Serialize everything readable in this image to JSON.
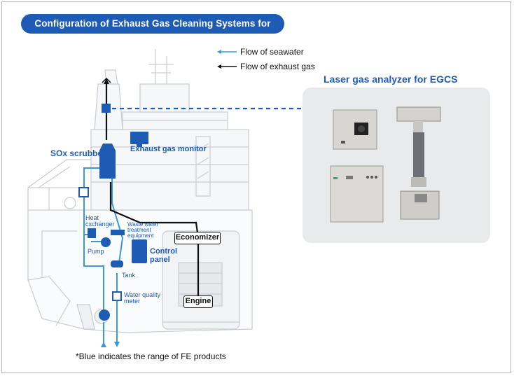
{
  "title": "Configuration of Exhaust Gas Cleaning Systems for ships",
  "legend": {
    "seawater": "Flow of seawater",
    "exhaust": "Flow of exhaust gas"
  },
  "colors": {
    "fe_blue": "#1e5bb4",
    "seawater_line": "#3a9ad9",
    "exhaust_line": "#111111",
    "ship_outline": "#c9cdd2"
  },
  "labels": {
    "sox_scrubber": "SOx scrubber",
    "exhaust_gas_monitor": "Exhaust gas monitor",
    "heat_exchanger": "Heat\ncxchanger",
    "waste_water": "Waste water\ntreatment\nequipment",
    "pump": "Pump",
    "control_panel": "Control\npanel",
    "tank": "Tank",
    "water_quality_meter": "Water quality\nmeter",
    "economizer": "Economizer",
    "engine": "Engine"
  },
  "analyzer": {
    "title": "Laser gas analyzer for EGCS"
  },
  "footnote": "*Blue indicates the range of FE products"
}
